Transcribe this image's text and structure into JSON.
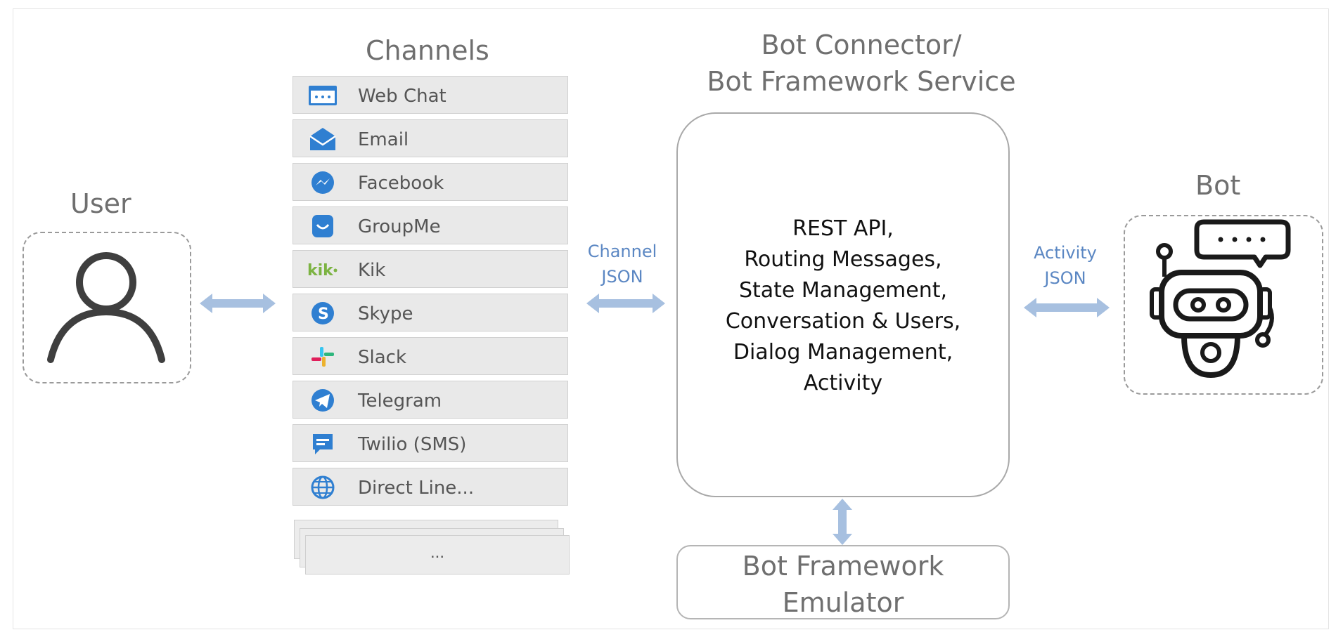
{
  "titles": {
    "channels": "Channels",
    "connector_line1": "Bot Connector/",
    "connector_line2": "Bot Framework Service",
    "user": "User",
    "bot": "Bot"
  },
  "channels": [
    {
      "label": "Web Chat",
      "icon": "web-chat-icon"
    },
    {
      "label": "Email",
      "icon": "email-icon"
    },
    {
      "label": "Facebook",
      "icon": "messenger-icon"
    },
    {
      "label": "GroupMe",
      "icon": "groupme-icon"
    },
    {
      "label": "Kik",
      "icon": "kik-icon"
    },
    {
      "label": "Skype",
      "icon": "skype-icon"
    },
    {
      "label": "Slack",
      "icon": "slack-icon"
    },
    {
      "label": "Telegram",
      "icon": "telegram-icon"
    },
    {
      "label": "Twilio (SMS)",
      "icon": "sms-icon"
    },
    {
      "label": "Direct Line...",
      "icon": "globe-icon"
    }
  ],
  "more_channels": "...",
  "connector": {
    "lines": [
      "REST API,",
      "Routing Messages,",
      "State Management,",
      "Conversation & Users,",
      "Dialog Management,",
      "Activity"
    ]
  },
  "emulator": {
    "line1": "Bot Framework",
    "line2": "Emulator"
  },
  "arrows": {
    "channel_label_1": "Channel",
    "channel_label_2": "JSON",
    "activity_label_1": "Activity",
    "activity_label_2": "JSON"
  },
  "colors": {
    "arrow": "#a7c0e0",
    "arrow_label": "#5b87c3",
    "channel_bg": "#e9e9e9",
    "icon_blue": "#2f7fd1",
    "kik_green": "#7cb342"
  }
}
